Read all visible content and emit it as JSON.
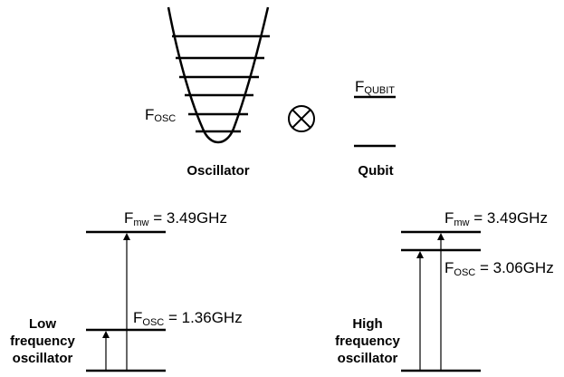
{
  "oscillator": {
    "level_label_main": "F",
    "level_label_sub": "OSC",
    "caption": "Oscillator"
  },
  "tensor_symbol_icon": "circle-times-icon",
  "qubit": {
    "level_label_main": "F",
    "level_label_sub": "QUBIT",
    "caption": "Qubit"
  },
  "low_panel": {
    "mw_main": "F",
    "mw_sub": "mw",
    "mw_value": " = 3.49GHz",
    "osc_main": "F",
    "osc_sub": "OSC",
    "osc_value": " = 1.36GHz",
    "caption_lines": [
      "Low",
      "frequency",
      "oscillator"
    ]
  },
  "high_panel": {
    "mw_main": "F",
    "mw_sub": "mw",
    "mw_value": " = 3.49GHz",
    "osc_main": "F",
    "osc_sub": "OSC",
    "osc_value": " = 3.06GHz",
    "caption_lines": [
      "High",
      "frequency",
      "oscillator"
    ]
  }
}
